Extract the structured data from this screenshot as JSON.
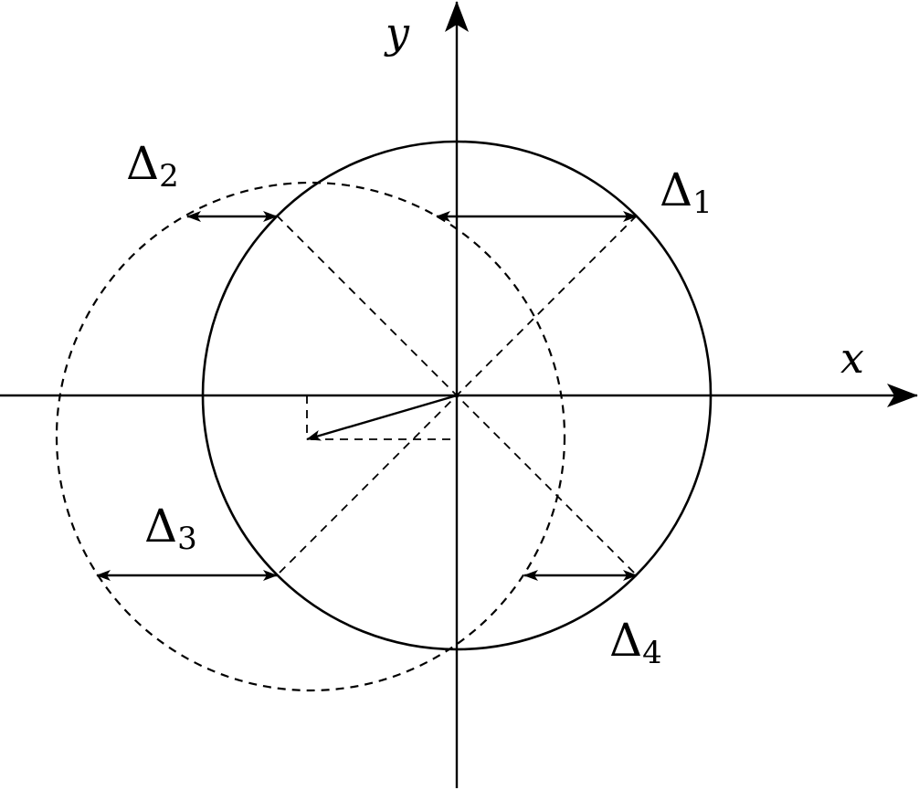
{
  "axes": {
    "x_label": "x",
    "y_label": "y"
  },
  "labels": {
    "delta_1": {
      "symbol": "Δ",
      "subscript": "1"
    },
    "delta_2": {
      "symbol": "Δ",
      "subscript": "2"
    },
    "delta_3": {
      "symbol": "Δ",
      "subscript": "3"
    },
    "delta_4": {
      "symbol": "Δ",
      "subscript": "4"
    }
  },
  "colors": {
    "ink": "#000000",
    "background": "#ffffff"
  }
}
